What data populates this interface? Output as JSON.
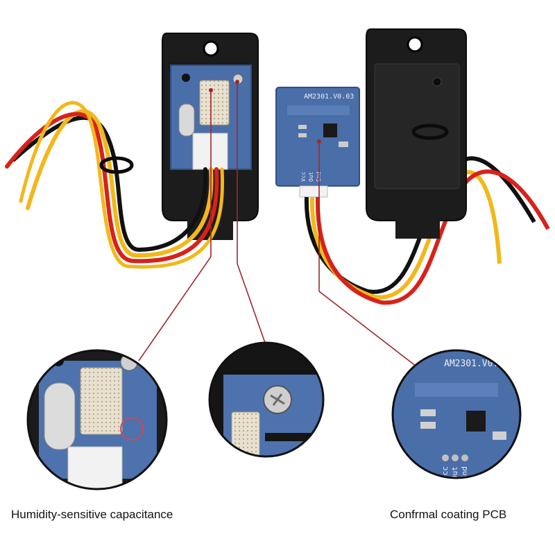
{
  "captions": {
    "left": "Humidity-sensitive capacitance",
    "right": "Confrmal coating PCB"
  },
  "board_marking": "AM2301.V0.03",
  "zoom_board_marking": "AM2301.V0.",
  "pin_labels": [
    "Vcc",
    "Out",
    "Gnd"
  ],
  "colors": {
    "housing": "#1a1a1a",
    "pcb": "#4a6ea8",
    "wire_red": "#d8221a",
    "wire_yellow": "#f2b81a",
    "wire_black": "#111111",
    "leader_line": "#a0262a"
  }
}
